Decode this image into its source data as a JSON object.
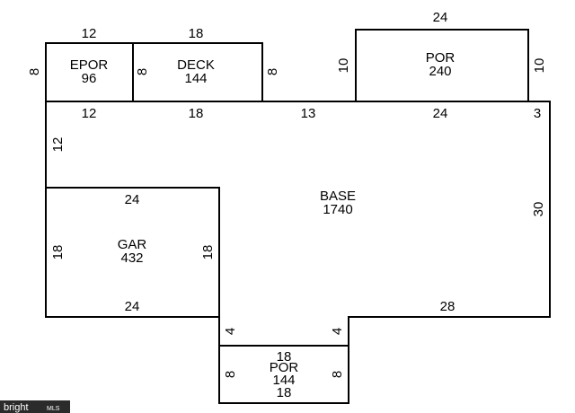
{
  "rooms": {
    "epor": {
      "name": "EPOR",
      "area": "96",
      "top": "12",
      "left": "8"
    },
    "deck": {
      "name": "DECK",
      "area": "144",
      "top": "18",
      "left": "8",
      "right": "8"
    },
    "por_top": {
      "name": "POR",
      "area": "240",
      "top": "24",
      "left": "10",
      "right": "10"
    },
    "base": {
      "name": "BASE",
      "area": "1740",
      "top_epor": "12",
      "top_deck": "18",
      "top_mid": "13",
      "top_por": "24",
      "top_right": "3",
      "left": "12",
      "right": "30",
      "bottom_right": "28"
    },
    "gar": {
      "name": "GAR",
      "area": "432",
      "top": "24",
      "bottom": "24",
      "left": "18",
      "right": "18"
    },
    "por_bottom": {
      "name": "POR",
      "area": "144",
      "top": "18",
      "bottom": "18",
      "left": "8",
      "right": "8",
      "notch_left": "4",
      "notch_right": "4"
    }
  },
  "watermark": {
    "brand": "bright",
    "suffix": "MLS"
  }
}
